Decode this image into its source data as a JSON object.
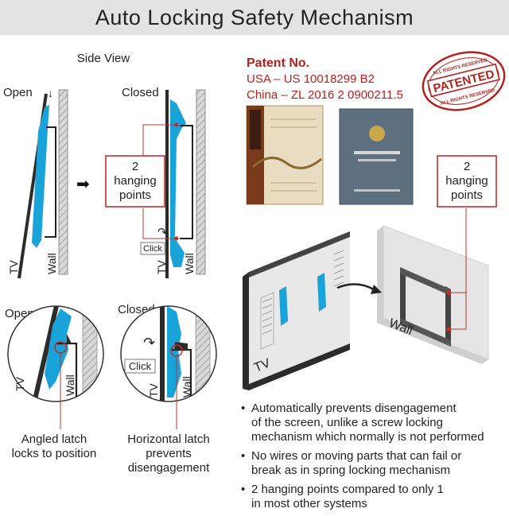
{
  "header": {
    "title": "Auto Locking Safety Mechanism"
  },
  "side_view": {
    "title": "Side View",
    "open_label": "Open",
    "closed_label": "Closed",
    "tv_label": "TV",
    "wall_label": "Wall",
    "hanging_points": [
      "2",
      "hanging",
      "points"
    ],
    "click_label": "Click"
  },
  "detail_view": {
    "open_label": "Open",
    "closed_label": "Closed",
    "tv_label": "TV",
    "wall_label": "Wall",
    "click_label": "Click",
    "open_caption": [
      "Angled latch",
      "locks to position"
    ],
    "closed_caption": [
      "Horizontal latch",
      "prevents",
      "disengagement"
    ]
  },
  "patent": {
    "title": "Patent No.",
    "usa": "USA – US 10018299 B2",
    "china": "China – ZL 2016 2 0900211.5",
    "stamp_main": "PATENTED",
    "stamp_ring": "ALL RIGHTS RESERVED"
  },
  "iso_view": {
    "tv_label": "TV",
    "wall_label": "Wall",
    "hanging_points": [
      "2",
      "hanging",
      "points"
    ]
  },
  "bullets": [
    {
      "lines": [
        "Automatically prevents disengagement",
        "of the screen, unlike a screw locking",
        "mechanism which normally is not performed"
      ]
    },
    {
      "lines": [
        "No wires or moving parts that can fail or",
        "break as in spring locking mechanism"
      ]
    },
    {
      "lines": [
        "2 hanging points compared to only 1",
        "in most other systems"
      ]
    }
  ],
  "colors": {
    "bracket_blue": "#1aa3d8",
    "accent_red": "#c0302b",
    "tv_dark": "#2b2b2b"
  }
}
